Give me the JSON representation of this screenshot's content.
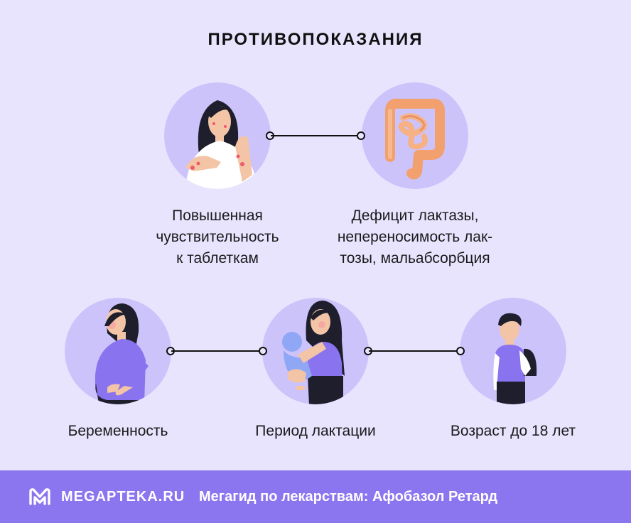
{
  "title": "ПРОТИВОПОКАЗАНИЯ",
  "items": [
    {
      "label_lines": [
        "Повышенная",
        "чувствительность",
        "к таблеткам"
      ],
      "icon": "allergy-woman-icon"
    },
    {
      "label_lines": [
        "Дефицит лактазы,",
        "непереносимость лак-",
        "тозы, мальабсорбция"
      ],
      "icon": "intestine-icon"
    },
    {
      "label_lines": [
        "Беременность"
      ],
      "icon": "pregnant-woman-icon"
    },
    {
      "label_lines": [
        "Период лактации"
      ],
      "icon": "mother-baby-icon"
    },
    {
      "label_lines": [
        "Возраст до 18 лет"
      ],
      "icon": "schoolboy-icon"
    }
  ],
  "footer": {
    "brand": "MEGAPTEKA.RU",
    "tagline": "Мегагид по лекарствам: Афобазол Ретард",
    "logo_icon": "megapteka-logo-icon"
  },
  "colors": {
    "background": "#e9e4fe",
    "circle": "#cdc3fb",
    "accent": "#8c76f0",
    "clothing": "#8a73ee"
  }
}
